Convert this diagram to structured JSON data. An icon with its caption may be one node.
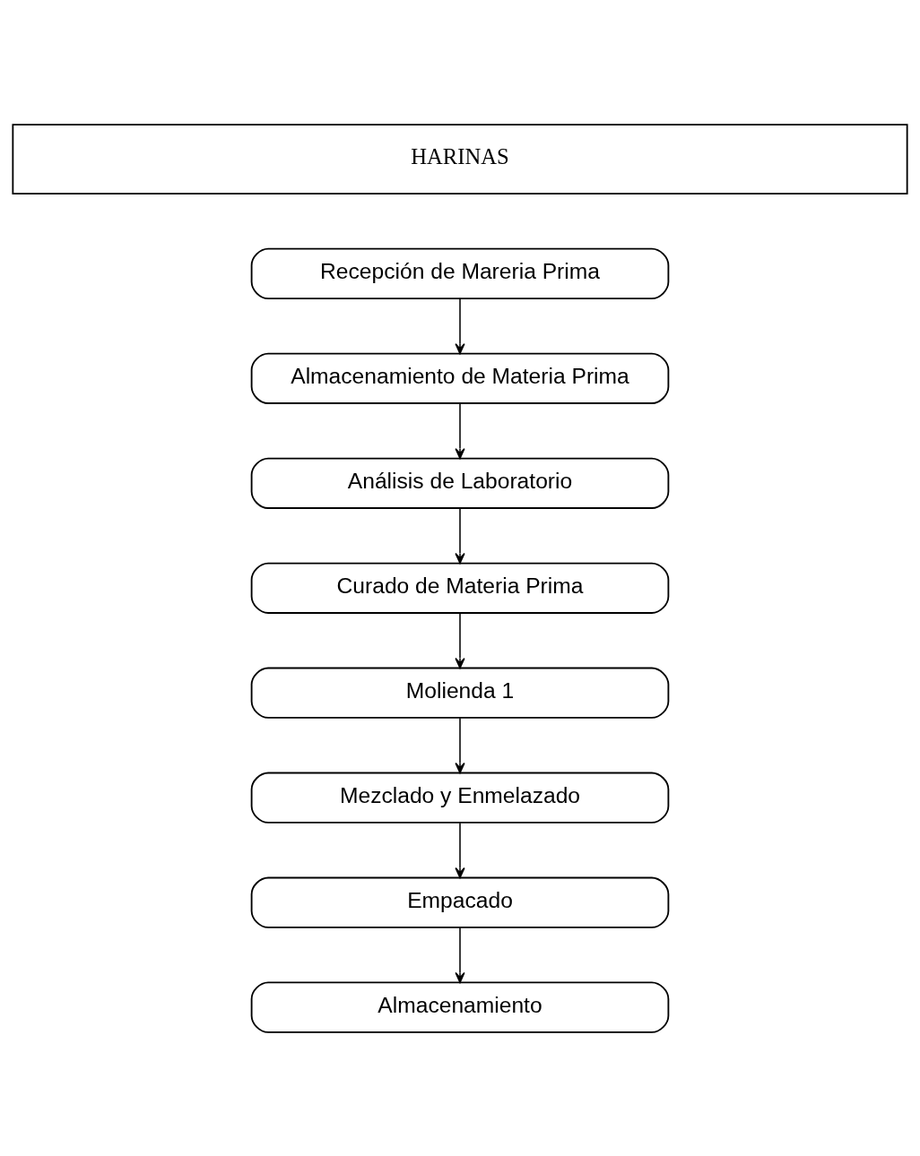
{
  "diagram": {
    "nodes": [
      {
        "text": [
          "HARINAS"
        ]
      },
      {
        "text": [
          "Recepción de Mareria Prima"
        ]
      },
      {
        "text": [
          "Almacenamiento de Materia Prima"
        ]
      },
      {
        "text": [
          "Análisis de Laboratorio"
        ]
      },
      {
        "text": [
          "Curado de Materia Prima"
        ]
      },
      {
        "text": [
          "Molienda 1"
        ]
      },
      {
        "text": [
          "Mezclado y Enmelazado"
        ]
      },
      {
        "text": [
          "Empacado"
        ]
      },
      {
        "text": [
          "Almacenamiento"
        ]
      }
    ],
    "edges": [
      {
        "from": 1,
        "to": 2,
        "arrow": "to"
      },
      {
        "from": 2,
        "to": 3,
        "arrow": "to"
      },
      {
        "from": 3,
        "to": 4,
        "arrow": "to"
      },
      {
        "from": 4,
        "to": 5,
        "arrow": "to"
      },
      {
        "from": 5,
        "to": 6,
        "arrow": "to"
      },
      {
        "from": 6,
        "to": 7,
        "arrow": "to"
      },
      {
        "from": 7,
        "to": 8,
        "arrow": "to"
      }
    ]
  }
}
